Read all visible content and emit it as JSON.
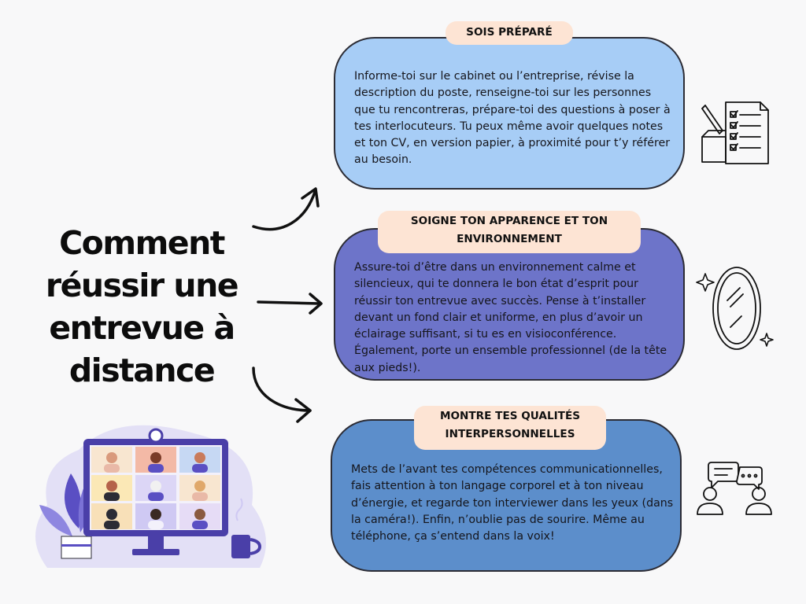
{
  "title": "Comment réussir une entrevue à distance",
  "cards": [
    {
      "heading": "SOIS PRÉPARÉ",
      "body": "Informe-toi sur le cabinet ou l’entreprise, révise la description du poste, renseigne-toi sur les personnes que tu rencontreras, prépare-toi des questions à poser à tes interlocuteurs. Tu peux même avoir quelques notes et ton CV, en version papier, à proximité pour t’y référer au besoin.",
      "icon": "checklist-icon",
      "color": "#a7cdf6"
    },
    {
      "heading": "SOIGNE TON APPARENCE ET TON ENVIRONNEMENT",
      "body": "Assure-toi d’être dans un environnement calme et silencieux, qui te donnera le bon état d’esprit pour réussir ton entrevue avec succès. Pense à t’installer devant un fond clair et uniforme, en plus d’avoir un éclairage suffisant, si tu es en visioconférence. Également, porte un ensemble professionnel (de la tête aux pieds!).",
      "icon": "mirror-icon",
      "color": "#6d74c9"
    },
    {
      "heading": "MONTRE TES QUALITÉS INTERPERSONNELLES",
      "body": "Mets de l’avant tes compétences communicationnelles, fais attention à ton langage corporel et à ton niveau d’énergie, et regarde ton interviewer dans les yeux (dans la caméra!). Enfin, n’oublie pas de sourire. Même au téléphone, ça s’entend dans la voix!",
      "icon": "conversation-icon",
      "color": "#5c8ecb"
    }
  ],
  "colors": {
    "background": "#f8f8f9",
    "tag": "#fde4d4",
    "illustration_accent": "#5a4fc3"
  }
}
